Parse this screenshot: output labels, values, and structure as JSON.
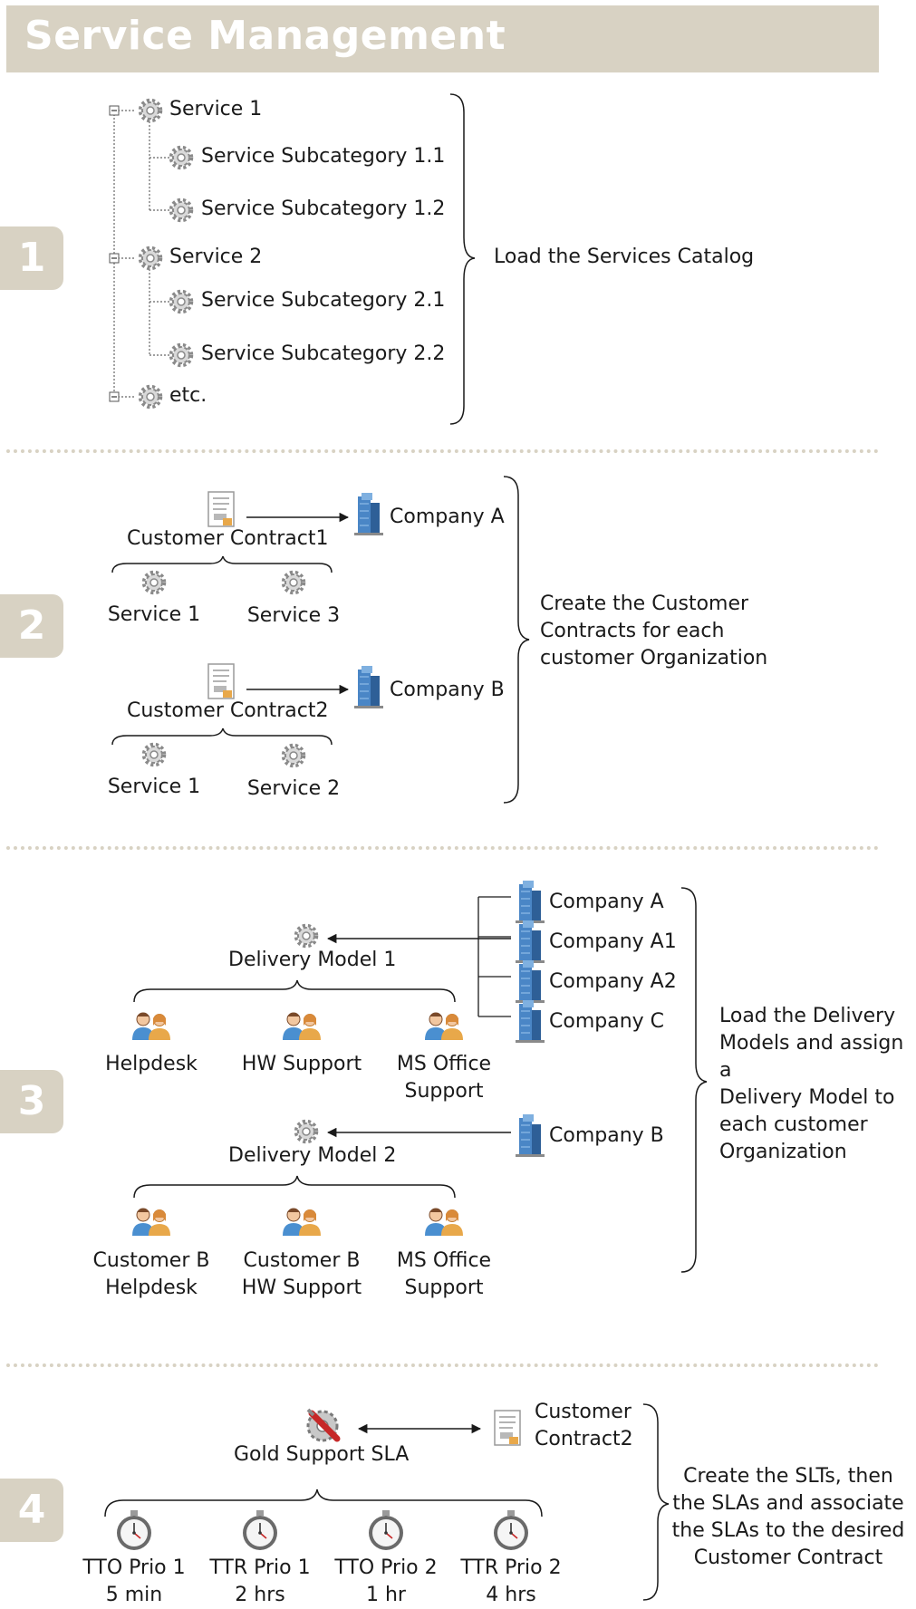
{
  "header": {
    "title": "Service Management"
  },
  "steps": [
    "1",
    "2",
    "3",
    "4"
  ],
  "section1": {
    "tree": {
      "service1": "Service 1",
      "sub11": "Service Subcategory 1.1",
      "sub12": "Service Subcategory 1.2",
      "service2": "Service 2",
      "sub21": "Service Subcategory 2.1",
      "sub22": "Service Subcategory 2.2",
      "etc": "etc."
    },
    "caption": "Load the Services Catalog"
  },
  "section2": {
    "contract1": "Customer Contract1",
    "company_a": "Company A",
    "c1_services": [
      "Service 1",
      "Service 3"
    ],
    "contract2": "Customer Contract2",
    "company_b": "Company B",
    "c2_services": [
      "Service 1",
      "Service 2"
    ],
    "caption": [
      "Create the Customer",
      "Contracts for each",
      "customer Organization"
    ]
  },
  "section3": {
    "companies": [
      "Company A",
      "Company A1",
      "Company A2",
      "Company C"
    ],
    "model1": "Delivery Model 1",
    "teams1": [
      [
        "Helpdesk"
      ],
      [
        "HW Support"
      ],
      [
        "MS Office",
        "Support"
      ]
    ],
    "company_b": "Company B",
    "model2": "Delivery Model 2",
    "teams2": [
      [
        "Customer B",
        "Helpdesk"
      ],
      [
        "Customer B",
        "HW Support"
      ],
      [
        "MS Office",
        "Support"
      ]
    ],
    "caption": [
      "Load the Delivery",
      "Models and assign a",
      "Delivery Model to",
      "each customer",
      "Organization"
    ]
  },
  "section4": {
    "sla": "Gold Support SLA",
    "contract": [
      "Customer",
      "Contract2"
    ],
    "slts": [
      [
        "TTO Prio 1",
        "5 min"
      ],
      [
        "TTR Prio 1",
        "2 hrs"
      ],
      [
        "TTO Prio 2",
        "1 hr"
      ],
      [
        "TTR Prio 2",
        "4 hrs"
      ]
    ],
    "caption": [
      "Create the SLTs, then",
      "the SLAs and associate",
      "the SLAs to the desired",
      "Customer Contract"
    ]
  },
  "icons": [
    "gear-icon",
    "document-icon",
    "building-icon",
    "team-icon",
    "stopwatch-icon",
    "sla-tool-icon",
    "collapse-icon"
  ],
  "colors": {
    "banner": "#d8d2c3",
    "building": "#3d7cc0",
    "team_blue": "#4a8fd0"
  }
}
